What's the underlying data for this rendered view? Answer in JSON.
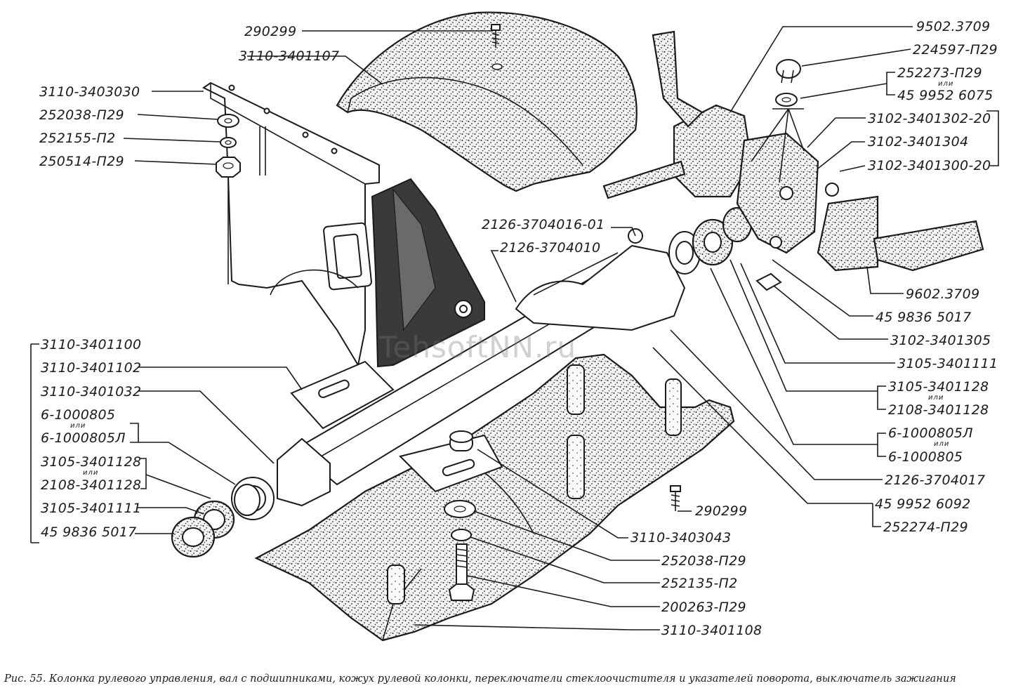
{
  "caption": "Рис. 55. Колонка рулевого управления, вал с подшипниками, кожух рулевой колонки, переключатели стеклоочистителя и указателей поворота, выключатель зажигания",
  "watermark": "TehsoftNN.ru",
  "conjunction": "или",
  "labels": {
    "l_290299_top": "290299",
    "l_3110_3401107": "3110-3401107",
    "l_3110_3403030": "3110-3403030",
    "l_252038_p29_a": "252038-П29",
    "l_252155_p2": "252155-П2",
    "l_250514_p29": "250514-П29",
    "l_3110_3401100": "3110-3401100",
    "l_3110_3401102": "3110-3401102",
    "l_3110_3401032": "3110-3401032",
    "l_6_1000805_a": "6-1000805",
    "l_6_1000805L_a": "6-1000805Л",
    "l_3105_3401128_a": "3105-3401128",
    "l_2108_3401128_a": "2108-3401128",
    "l_3105_3401111_a": "3105-3401111",
    "l_459836_5017_a": "45 9836 5017",
    "l_2126_3704016_01": "2126-3704016-01",
    "l_2126_3704010": "2126-3704010",
    "l_9502_3709": "9502.3709",
    "l_224597_p29": "224597-П29",
    "l_252273_p29": "252273-П29",
    "l_459952_6075": "45 9952 6075",
    "l_3102_3401302_20": "3102-3401302-20",
    "l_3102_3401304": "3102-3401304",
    "l_3102_3401300_20": "3102-3401300-20",
    "l_9602_3709": "9602.3709",
    "l_459836_5017_b": "45 9836 5017",
    "l_3102_3401305": "3102-3401305",
    "l_3105_3401111_b": "3105-3401111",
    "l_3105_3401128_b": "3105-3401128",
    "l_2108_3401128_b": "2108-3401128",
    "l_6_1000805L_b": "6-1000805Л",
    "l_6_1000805_b": "6-1000805",
    "l_2126_3704017": "2126-3704017",
    "l_459952_6092": "45 9952 6092",
    "l_252274_p29": "252274-П29",
    "l_290299_bottom": "290299",
    "l_3110_3403043": "3110-3403043",
    "l_252038_p29_b": "252038-П29",
    "l_252135_p2": "252135-П2",
    "l_200263_p29": "200263-П29",
    "l_3110_3401108": "3110-3401108"
  }
}
